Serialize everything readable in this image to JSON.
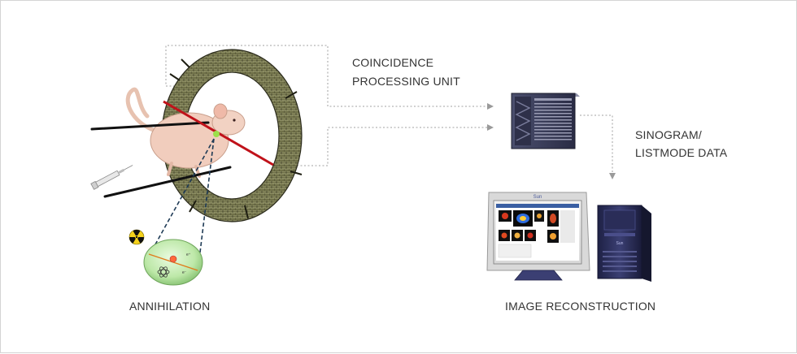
{
  "labels": {
    "coincidence_line1": "COINCIDENCE",
    "coincidence_line2": "PROCESSING UNIT",
    "sinogram_line1": "SINOGRAM/",
    "sinogram_line2": "LISTMODE DATA",
    "annihilation": "ANNIHILATION",
    "image_reconstruction": "IMAGE RECONSTRUCTION"
  },
  "monitor_brand": "Sun",
  "colors": {
    "scanner_ring": "#7a7a52",
    "lor_line": "#c0121a",
    "dotted_connector": "#b5b5b5",
    "server_case": "#3a3d6a",
    "nucleus_circle": "#c9f0b6"
  }
}
